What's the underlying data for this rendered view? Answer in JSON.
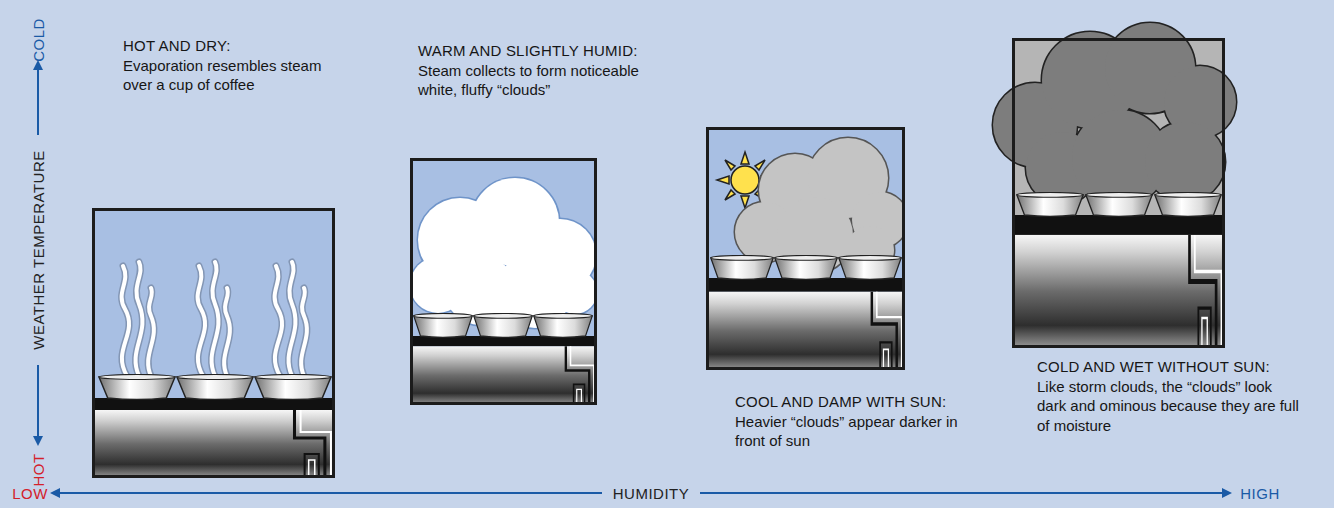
{
  "diagram": {
    "nodes": [
      {
        "text": [
          "HOT AND DRY:",
          "Evaporation resembles steam over a cup of coffee"
        ]
      },
      {
        "text": [
          "WARM AND SLIGHTLY HUMID:",
          "Steam collects to form noticeable white, fluffy “clouds”"
        ]
      },
      {
        "text": [
          "COOL AND DAMP WITH SUN:",
          "Heavier “clouds” appear darker in front of sun"
        ]
      },
      {
        "text": [
          "COLD AND WET WITHOUT SUN:",
          "Like storm clouds, the “clouds” look dark and ominous because they are full of moisture"
        ]
      }
    ],
    "labels": [
      "COLD",
      "WEATHER TEMPERATURE",
      "HOT",
      "LOW",
      "HUMIDITY",
      "HIGH"
    ]
  }
}
